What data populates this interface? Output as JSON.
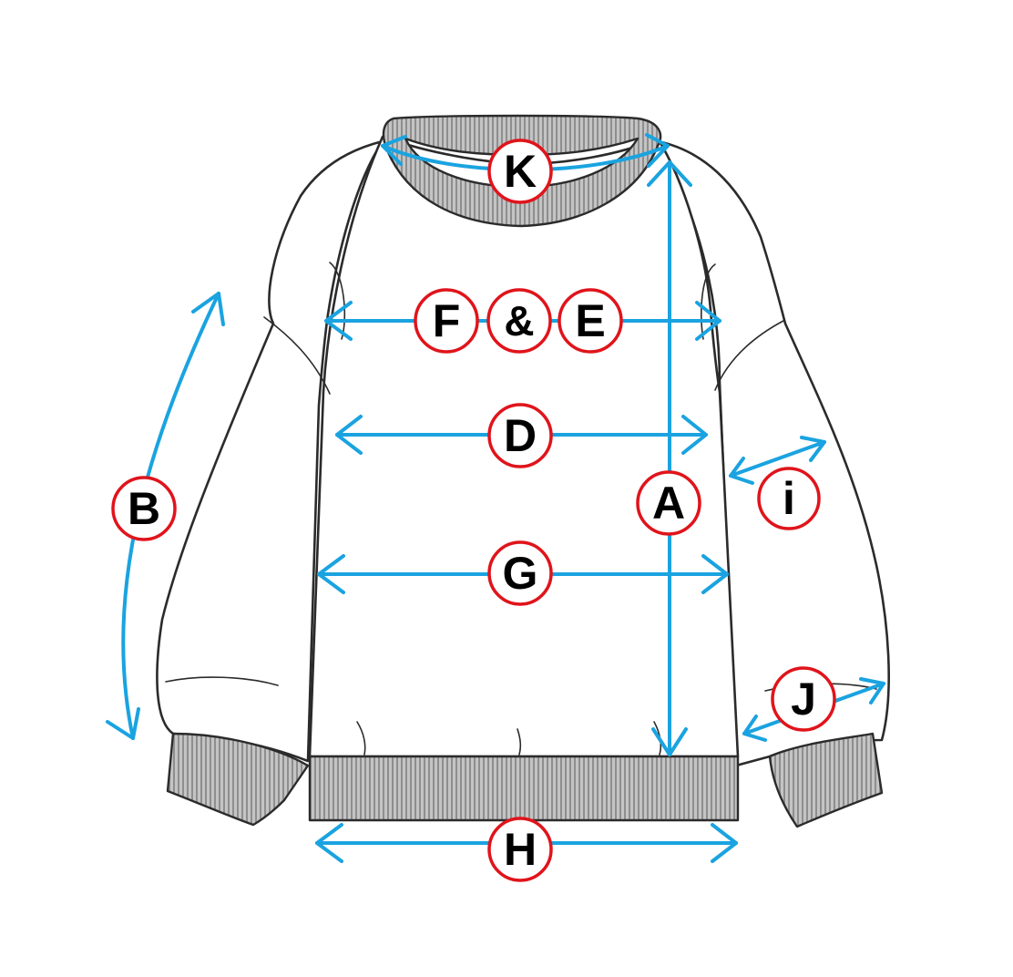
{
  "labels": {
    "K": "K",
    "F": "F",
    "amp": "&",
    "E": "E",
    "D": "D",
    "A": "A",
    "B": "B",
    "i": "i",
    "G": "G",
    "J": "J",
    "H": "H"
  },
  "colors": {
    "arrow": "#1aa3e0",
    "badge_ring": "#e0141b",
    "outline": "#2b2b2b",
    "rib_fill": "#b4b4b4"
  }
}
